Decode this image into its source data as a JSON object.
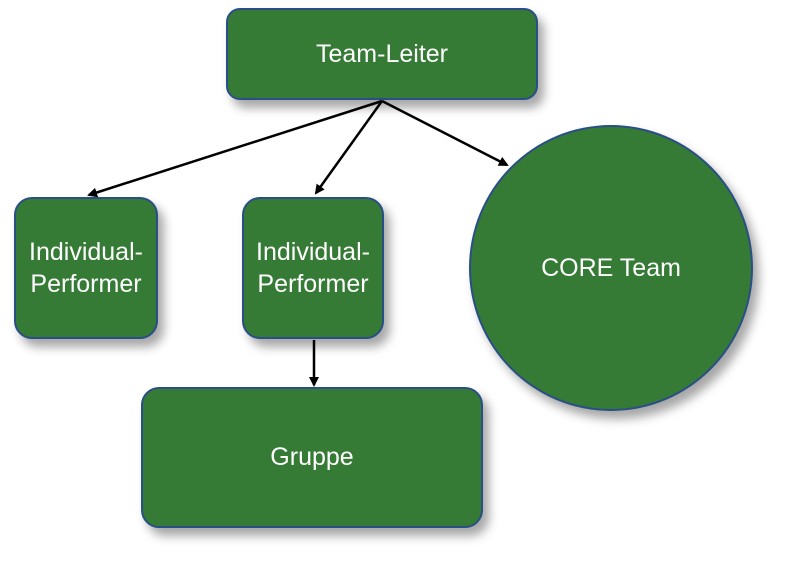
{
  "diagram": {
    "nodes": {
      "leader": {
        "label": "Team-Leiter"
      },
      "individual_1": {
        "label": "Individual-Performer"
      },
      "individual_2": {
        "label": "Individual-Performer"
      },
      "core_team": {
        "label": "CORE Team"
      },
      "group": {
        "label": "Gruppe"
      }
    },
    "edges": [
      {
        "from": "leader",
        "to": "individual_1"
      },
      {
        "from": "leader",
        "to": "individual_2"
      },
      {
        "from": "leader",
        "to": "core_team"
      },
      {
        "from": "individual_2",
        "to": "group"
      }
    ]
  },
  "colors": {
    "node_fill": "#357a35",
    "node_border": "#2a4f86",
    "node_text": "#ffffff",
    "arrow": "#000000"
  }
}
